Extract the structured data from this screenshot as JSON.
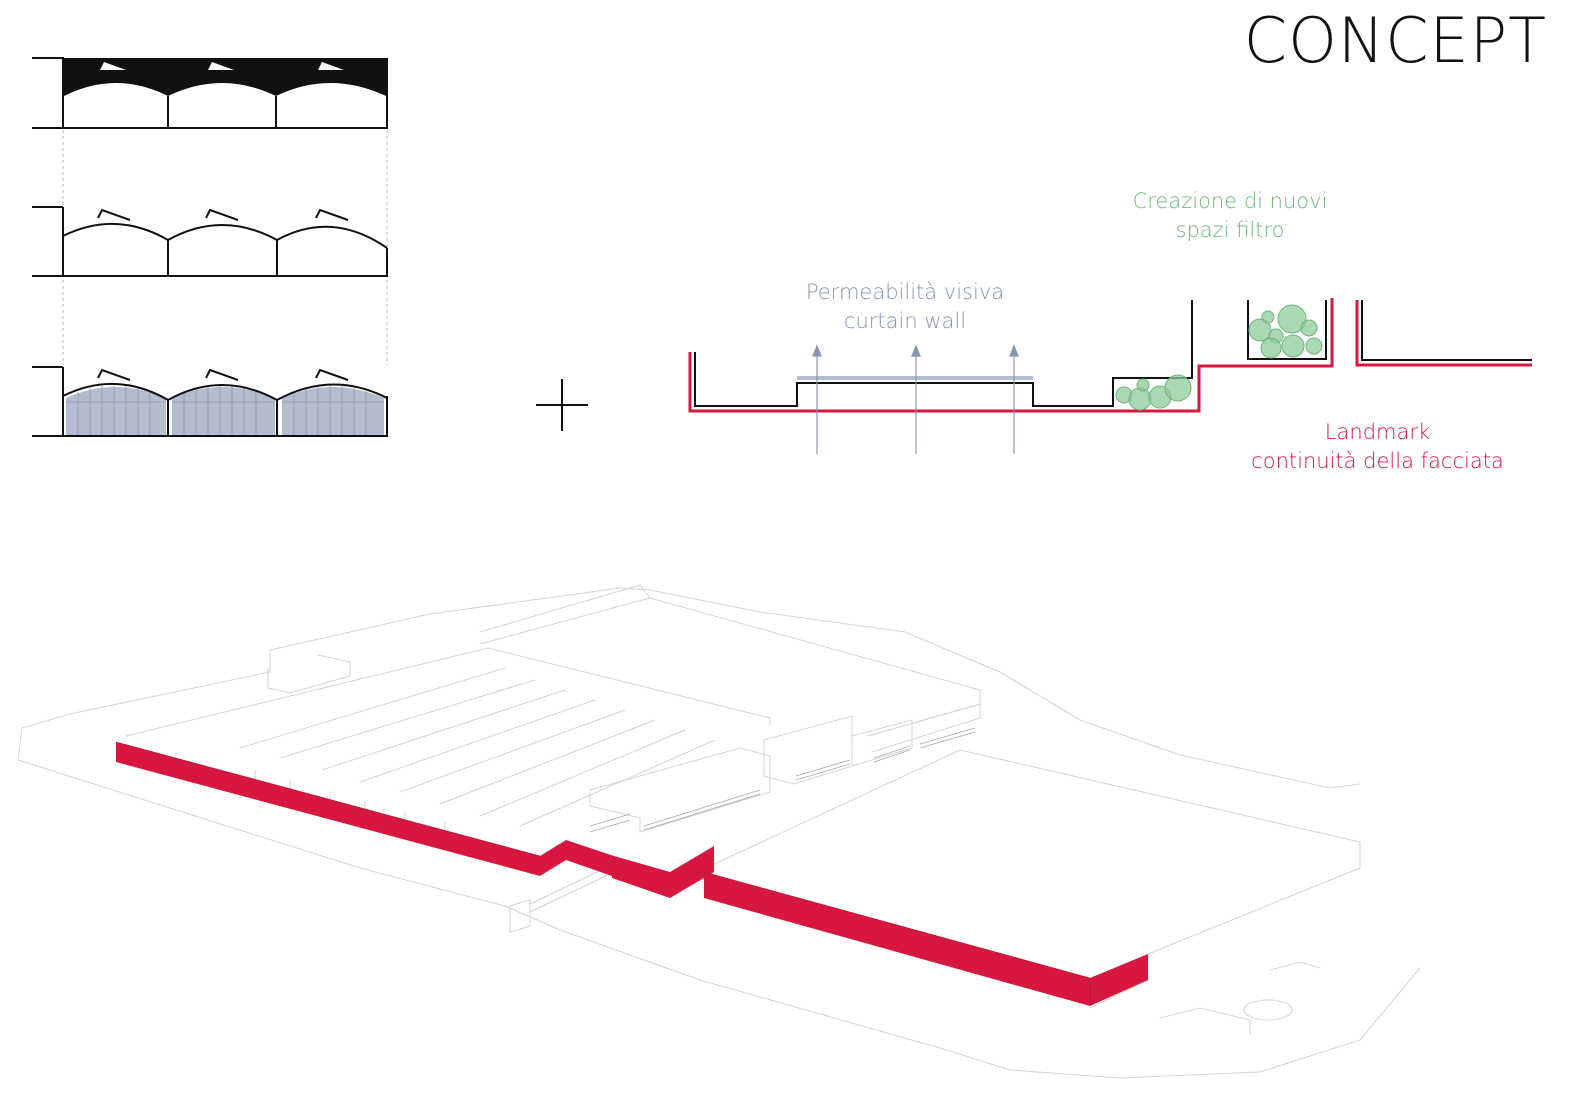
{
  "title": "CONCEPT",
  "labels": {
    "permeability": {
      "line1": "Permeabilità visiva",
      "line2": "curtain wall"
    },
    "filter": {
      "line1": "Creazione di nuovi",
      "line2": "spazi filtro"
    },
    "landmark": {
      "line1": "Landmark",
      "line2": "continuità della facciata"
    }
  },
  "colors": {
    "red": "#d7173f",
    "green": "#6fb57e",
    "blue_grey": "#8795ad",
    "glass": "#b4bdcf",
    "black": "#111111"
  }
}
